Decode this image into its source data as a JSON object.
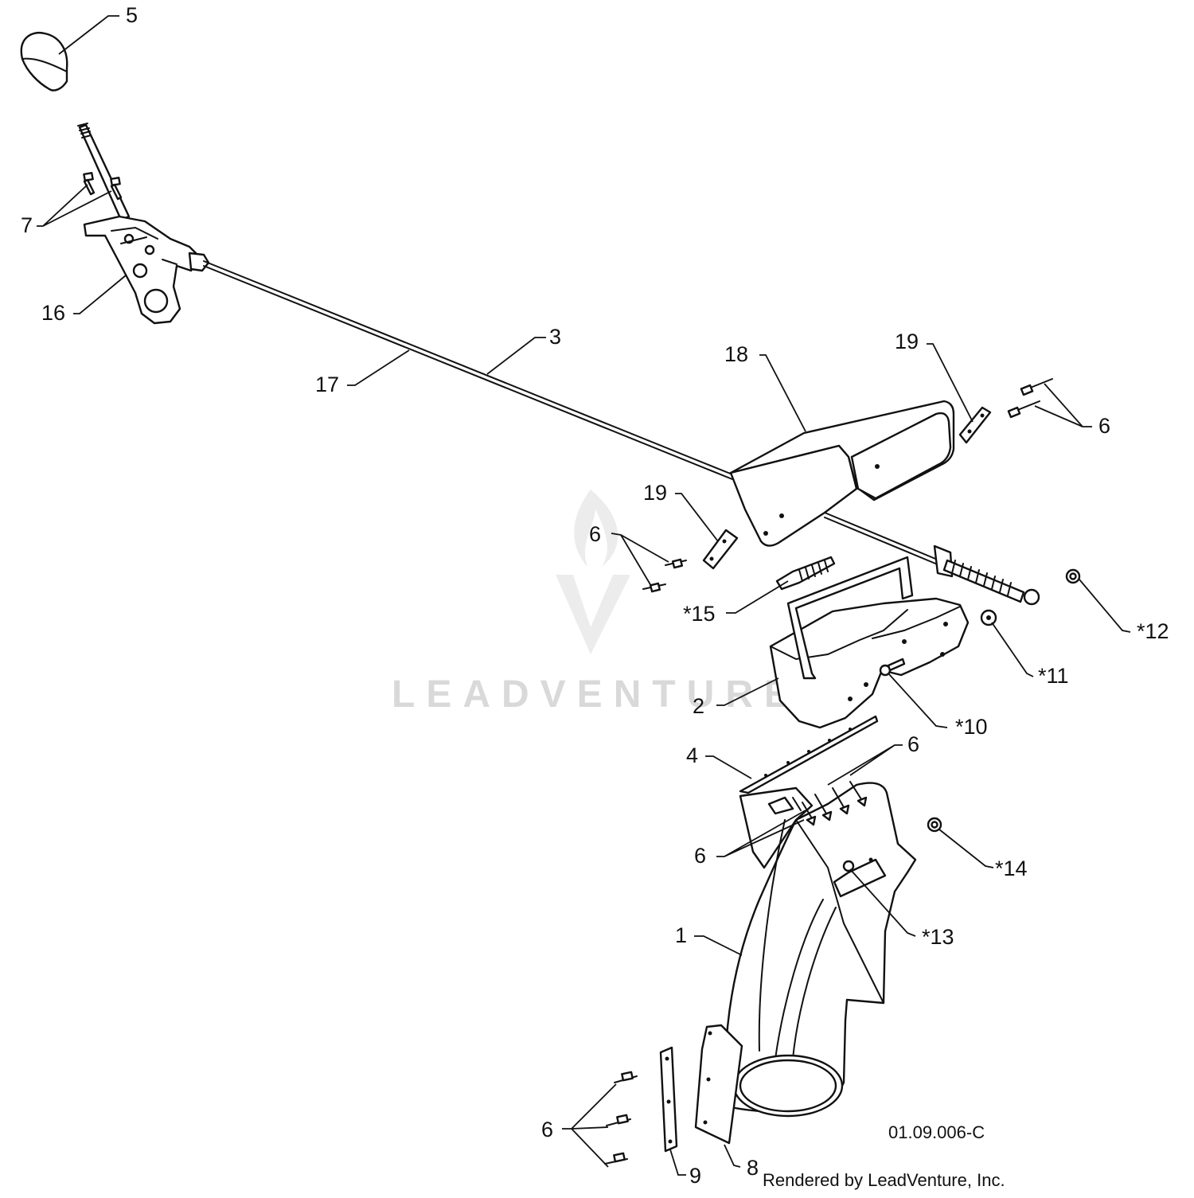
{
  "diagram": {
    "drawing_code": "01.09.006-C",
    "credit": "Rendered by LeadVenture, Inc.",
    "watermark": "LEADVENTURE",
    "callouts": [
      {
        "id": "c5",
        "label": "5"
      },
      {
        "id": "c7",
        "label": "7"
      },
      {
        "id": "c16",
        "label": "16"
      },
      {
        "id": "c17",
        "label": "17"
      },
      {
        "id": "c3",
        "label": "3"
      },
      {
        "id": "c18",
        "label": "18"
      },
      {
        "id": "c19a",
        "label": "19"
      },
      {
        "id": "c6a",
        "label": "6"
      },
      {
        "id": "c19b",
        "label": "19"
      },
      {
        "id": "c6b",
        "label": "6"
      },
      {
        "id": "c15",
        "label": "*15"
      },
      {
        "id": "c12",
        "label": "*12"
      },
      {
        "id": "c11",
        "label": "*11"
      },
      {
        "id": "c2",
        "label": "2"
      },
      {
        "id": "c10",
        "label": "*10"
      },
      {
        "id": "c4",
        "label": "4"
      },
      {
        "id": "c6c",
        "label": "6"
      },
      {
        "id": "c6d",
        "label": "6"
      },
      {
        "id": "c14",
        "label": "*14"
      },
      {
        "id": "c13",
        "label": "*13"
      },
      {
        "id": "c1",
        "label": "1"
      },
      {
        "id": "c6e",
        "label": "6"
      },
      {
        "id": "c9",
        "label": "9"
      },
      {
        "id": "c8",
        "label": "8"
      }
    ]
  }
}
